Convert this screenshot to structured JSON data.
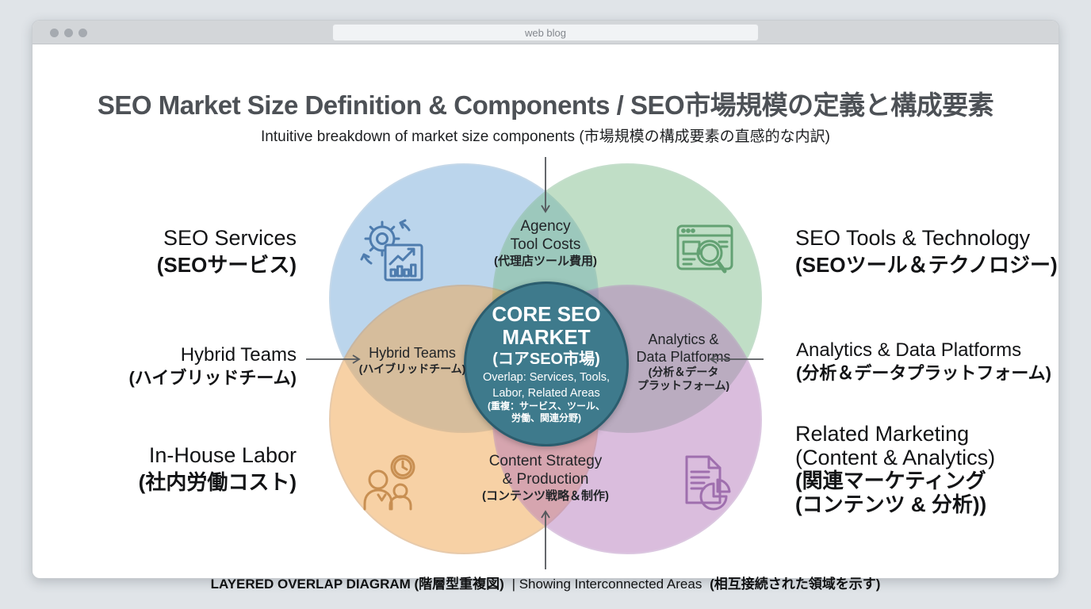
{
  "browser": {
    "url_text": "web blog"
  },
  "header": {
    "title": "SEO Market Size Definition & Components / SEO市場規模の定義と構成要素",
    "subtitle": "Intuitive breakdown of market size components (市場規模の構成要素の直感的な内訳)"
  },
  "diagram": {
    "colors": {
      "services_fill": "#6ba3d6",
      "services_stroke": "#7fa9cf",
      "tools_fill": "#7cbb8a",
      "tools_stroke": "#86bb93",
      "labor_fill": "#f0a854",
      "labor_stroke": "#d39b60",
      "related_fill": "#b477ba",
      "related_stroke": "#b68abf",
      "core_fill": "#3e7a8c",
      "core_stroke": "#2b5d6e",
      "arrow": "#54585c",
      "icon_services": "#4e7cae",
      "icon_tools": "#63a173",
      "icon_labor": "#c88f52",
      "icon_related": "#9f6fae"
    },
    "outer_labels": {
      "services": {
        "en": "SEO Services",
        "ja": "(SEOサービス)"
      },
      "tools": {
        "en": "SEO Tools & Technology",
        "ja": "(SEOツール＆テクノロジー)"
      },
      "hybrid": {
        "en": "Hybrid Teams",
        "ja": "(ハイブリッドチーム)"
      },
      "analytics": {
        "en": "Analytics & Data Platforms",
        "ja": "(分析＆データプラットフォーム)"
      },
      "labor": {
        "en": "In-House Labor",
        "ja": "(社内労働コスト)"
      },
      "related": {
        "lines": [
          "Related Marketing",
          "(Content & Analytics)",
          "(関連マーケティング",
          "(コンテンツ & 分析))"
        ]
      }
    },
    "overlap_labels": {
      "agency": {
        "en1": "Agency",
        "en2": "Tool Costs",
        "ja": "(代理店ツール費用)"
      },
      "hybrid": {
        "en": "Hybrid Teams",
        "ja": "(ハイブリッドチーム)"
      },
      "analytics": {
        "en1": "Analytics &",
        "en2": "Data Platforms",
        "ja1": "(分析＆データ",
        "ja2": "プラットフォーム)"
      },
      "content": {
        "en1": "Content Strategy",
        "en2": "& Production",
        "ja": "(コンテンツ戦略＆制作)"
      }
    },
    "core": {
      "title1": "CORE SEO",
      "title2": "MARKET",
      "ja": "(コアSEO市場)",
      "sub1": "Overlap: Services, Tools,",
      "sub2": "Labor, Related Areas",
      "ja_sub1": "(重複：サービス、ツール、",
      "ja_sub2": "労働、関連分野)"
    },
    "icons": {
      "services": "gear-analytics-icon",
      "tools": "browser-search-icon",
      "labor": "team-time-icon",
      "related": "document-pie-icon"
    }
  },
  "footer": {
    "part1": "LAYERED OVERLAP DIAGRAM (階層型重複図)",
    "part2": "| Showing Interconnected Areas",
    "part3": "(相互接続された領域を示す)"
  }
}
